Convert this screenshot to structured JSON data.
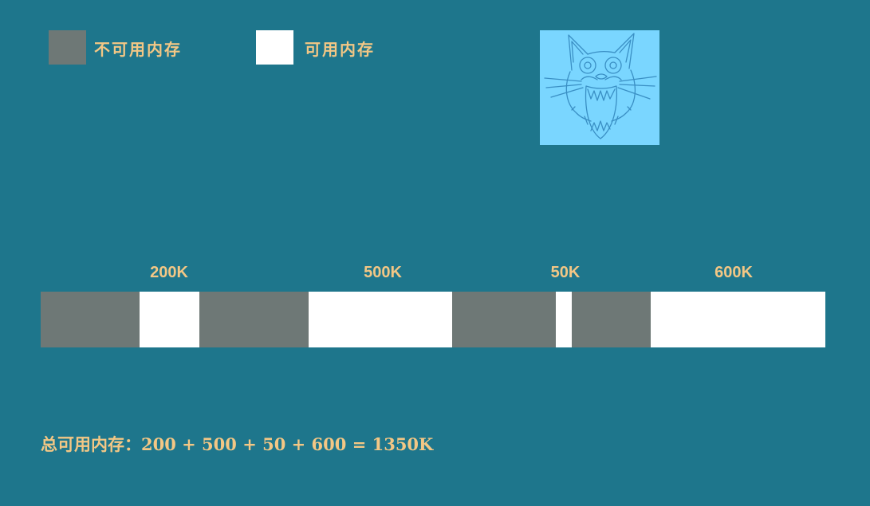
{
  "legend": {
    "unavailable_label": "不可用内存",
    "unavailable_color": "#6e7876",
    "available_label": "可用内存",
    "available_color": "#ffffff"
  },
  "memory_blocks": [
    {
      "type": "unavailable"
    },
    {
      "type": "available",
      "label": "200K"
    },
    {
      "type": "unavailable"
    },
    {
      "type": "available",
      "label": "500K"
    },
    {
      "type": "unavailable"
    },
    {
      "type": "available",
      "label": "50K"
    },
    {
      "type": "unavailable"
    },
    {
      "type": "available",
      "label": "600K"
    }
  ],
  "total_text": "总可用内存：200 + 500 + 50 + 600 = 1350K",
  "illustration": "screaming-cat-sketch"
}
